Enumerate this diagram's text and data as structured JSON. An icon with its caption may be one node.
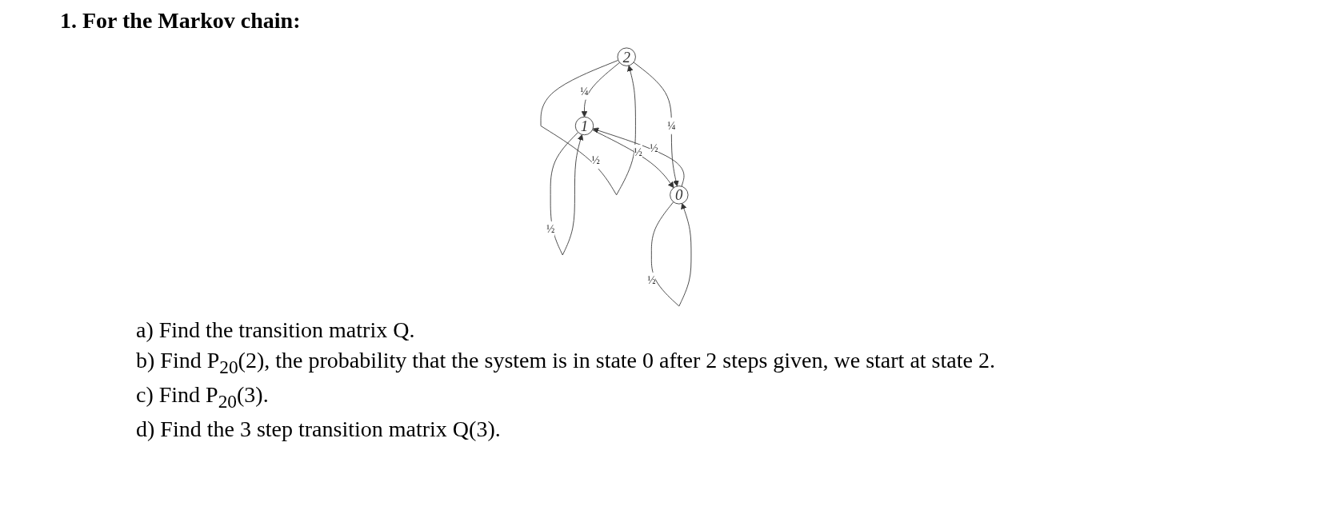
{
  "diagram": {
    "title": "1. For the Markov chain:",
    "nodes": [
      {
        "text": [
          "1"
        ]
      },
      {
        "text": [
          "2"
        ]
      },
      {
        "text": [
          "0"
        ]
      }
    ],
    "edges": [
      {
        "from": 0,
        "to": 0,
        "arrow": "to",
        "label": "½"
      },
      {
        "from": 1,
        "to": 1,
        "arrow": "to",
        "label": "½"
      },
      {
        "from": 1,
        "to": 0,
        "arrow": "to",
        "label": "¼"
      },
      {
        "from": 0,
        "to": 2,
        "arrow": "to",
        "label": "½"
      },
      {
        "from": 2,
        "to": 0,
        "arrow": "to",
        "label": "½"
      },
      {
        "from": 1,
        "to": 2,
        "arrow": "to",
        "label": "¼"
      },
      {
        "from": 2,
        "to": 2,
        "arrow": "to",
        "label": "½"
      }
    ],
    "labels": [
      "a) Find the transition matrix Q.",
      "b) Find P$_{20}$(2), the probability that the system is in state 0 after 2 steps given, we start at state 2.",
      "c) Find P$_{20}$(3).",
      "d) Find the 3 step transition matrix Q(3)."
    ]
  }
}
